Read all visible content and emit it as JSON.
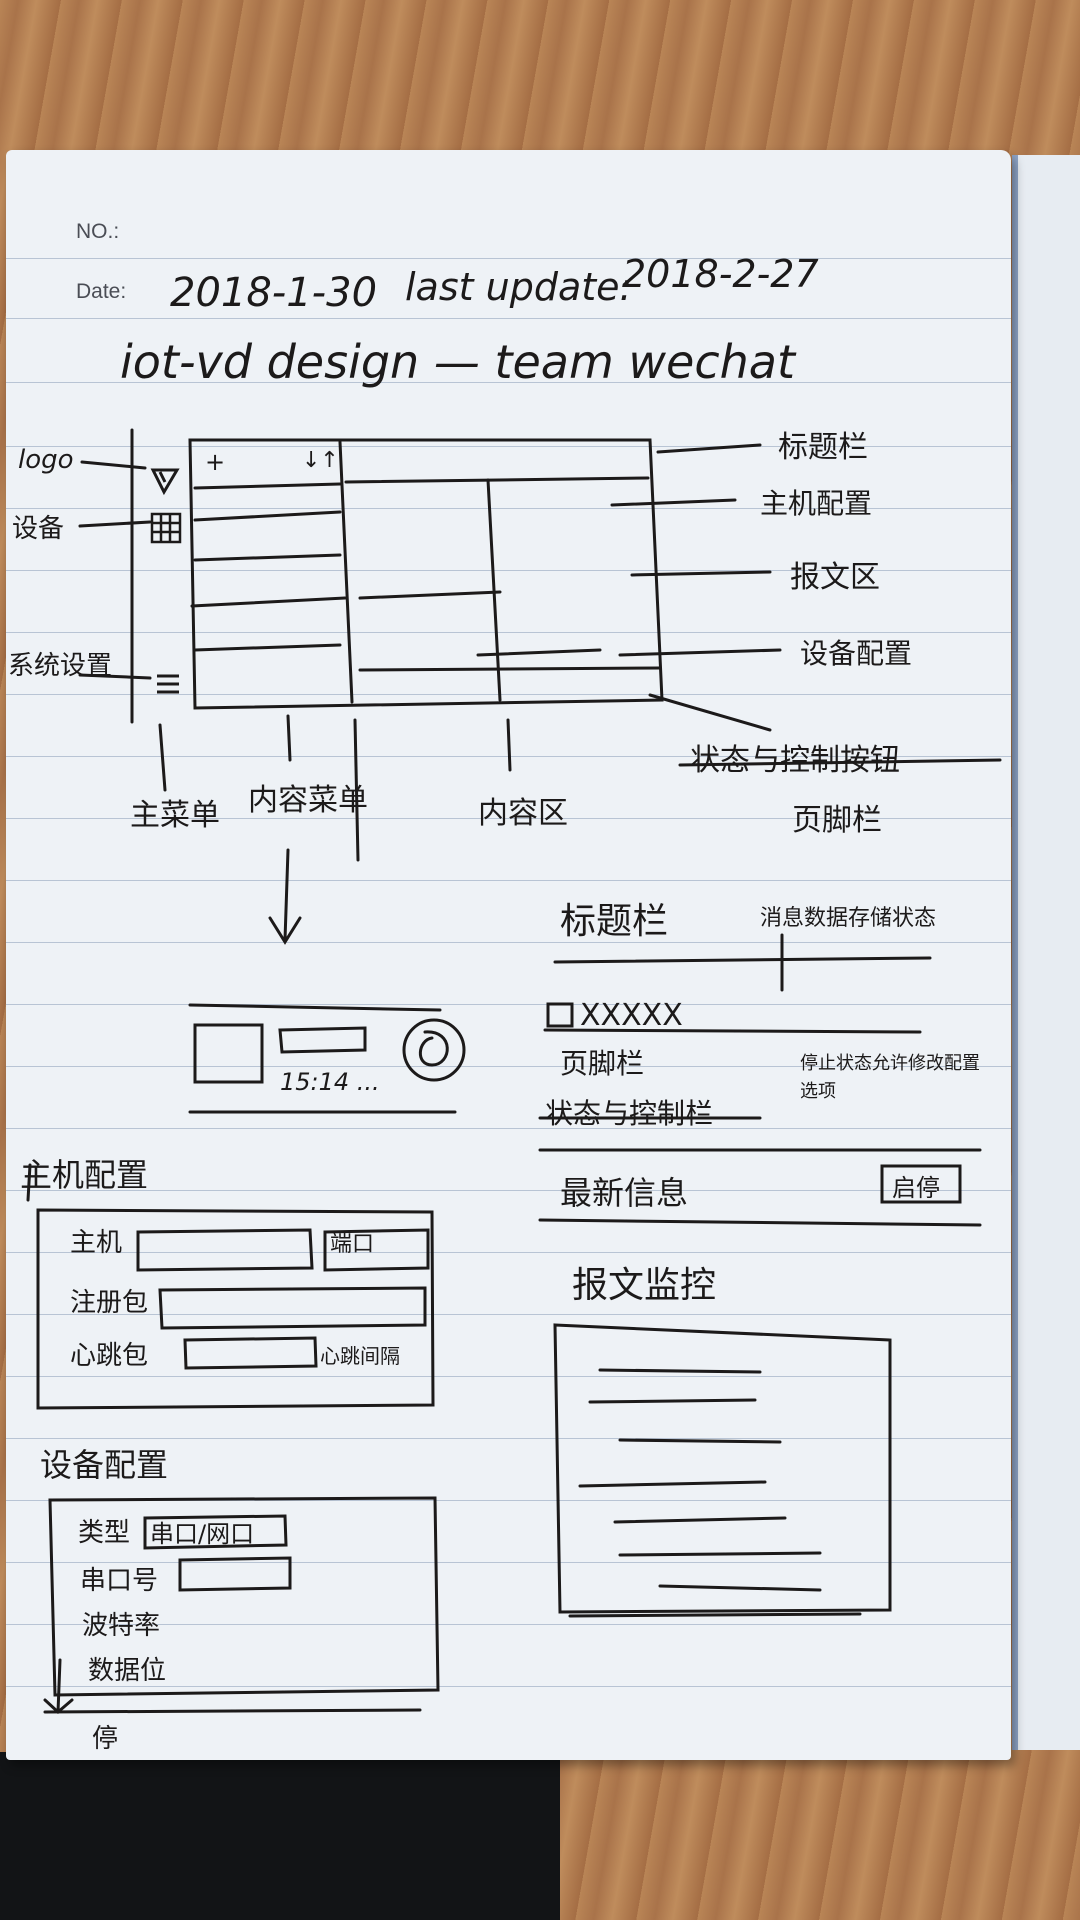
{
  "header": {
    "no_label": "NO.:",
    "date_label": "Date:",
    "date_value": "2018-1-30",
    "last_update_label": "last update:",
    "last_update_value": "2018-2-27",
    "title": "iot-vd design — team wechat"
  },
  "wireframe": {
    "left_labels": {
      "logo": "logo",
      "device": "设备",
      "settings": "系统设置"
    },
    "right_labels": {
      "title_bar": "标题栏",
      "host_config": "主机配置",
      "message_log": "报文区",
      "device_config": "设备配置",
      "status_bar_struck": "状态与控制按钮",
      "footer": "页脚栏"
    },
    "bottom_labels": {
      "main_menu": "主菜单",
      "content_menu": "内容菜单",
      "content_area": "内容区"
    },
    "toolbar": {
      "add": "+",
      "sort": "↓↑"
    }
  },
  "list_item": {
    "time": "15:14 ..."
  },
  "detail": {
    "title_bar": "标题栏",
    "save_status": "消息数据存储状态",
    "checkbox_item": "XXXXX",
    "footer": "页脚栏",
    "status_struck": "状态与控制栏",
    "note": "停止状态允许修改配置选项",
    "latest_info": "最新信息",
    "start_button": "启停",
    "message_monitor": "报文监控"
  },
  "host_config": {
    "heading": "主机配置",
    "host_label": "主机",
    "port_label": "端口",
    "register_label": "注册包",
    "heartbeat_label": "心跳包",
    "heartbeat_interval": "心跳间隔"
  },
  "device_config": {
    "heading": "设备配置",
    "type_label": "类型",
    "type_value": "串口/网口",
    "serial_label": "串口号",
    "baud_label": "波特率",
    "databits_label": "数据位",
    "stop_label": "停"
  },
  "colors": {
    "ink": "#1c1a1a",
    "paper": "#eef2f6",
    "rule": "#b8c4d4"
  }
}
